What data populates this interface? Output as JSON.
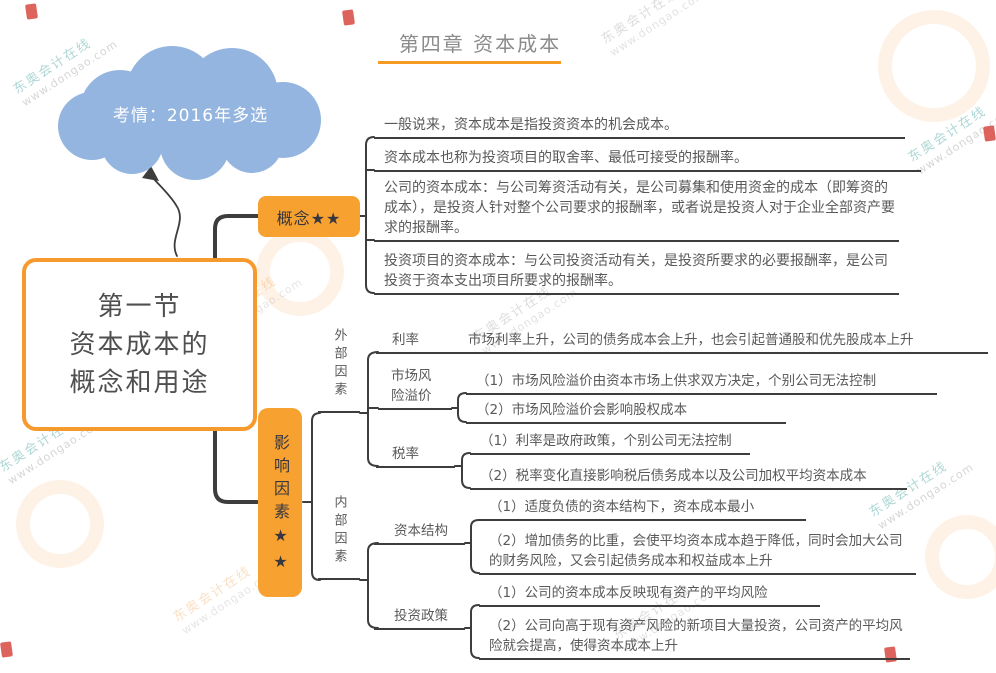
{
  "page": {
    "title": "第四章 资本成本"
  },
  "cloud": {
    "label": "考情：2016年多选"
  },
  "root": {
    "line1": "第一节",
    "line2": "资本成本的",
    "line3": "概念和用途"
  },
  "concept": {
    "label": "概念★★",
    "items": [
      "一般说来，资本成本是指投资资本的机会成本。",
      "资本成本也称为投资项目的取舍率、最低可接受的报酬率。",
      "公司的资本成本：与公司筹资活动有关，是公司募集和使用资金的成本（即筹资的成本），是投资人针对整个公司要求的报酬率，或者说是投资人对于企业全部资产要求的报酬率。",
      "投资项目的资本成本：与公司投资活动有关，是投资所要求的必要报酬率，是公司投资于资本支出项目所要求的报酬率。"
    ]
  },
  "factors": {
    "label": "影响因素★★",
    "external": {
      "label": "外部因素",
      "children": [
        {
          "label": "利率",
          "items": [
            "市场利率上升，公司的债务成本会上升，也会引起普通股和优先股成本上升"
          ]
        },
        {
          "label": "市场风险溢价",
          "items": [
            "（1）市场风险溢价由资本市场上供求双方决定，个别公司无法控制",
            "（2）市场风险溢价会影响股权成本"
          ]
        },
        {
          "label": "税率",
          "items": [
            "（1）利率是政府政策，个别公司无法控制",
            "（2）税率变化直接影响税后债务成本以及公司加权平均资本成本"
          ]
        }
      ]
    },
    "internal": {
      "label": "内部因素",
      "children": [
        {
          "label": "资本结构",
          "items": [
            "（1）适度负债的资本结构下，资本成本最小",
            "（2）增加债务的比重，会使平均资本成本趋于降低，同时会加大公司的财务风险，又会引起债务成本和权益成本上升"
          ]
        },
        {
          "label": "投资政策",
          "items": [
            "（1）公司的资本成本反映现有资产的平均风险",
            "（2）公司向高于现有资产风险的新项目大量投资，公司资产的平均风险就会提高，使得资本成本上升"
          ]
        }
      ]
    }
  },
  "watermark": {
    "brand": "东奥会计在线",
    "url": "www.dongao.com"
  },
  "colors": {
    "accent_orange": "#F7A130",
    "cloud_blue": "#93B5DF",
    "line_dark": "#3D3D3D",
    "text_gray": "#595959"
  }
}
